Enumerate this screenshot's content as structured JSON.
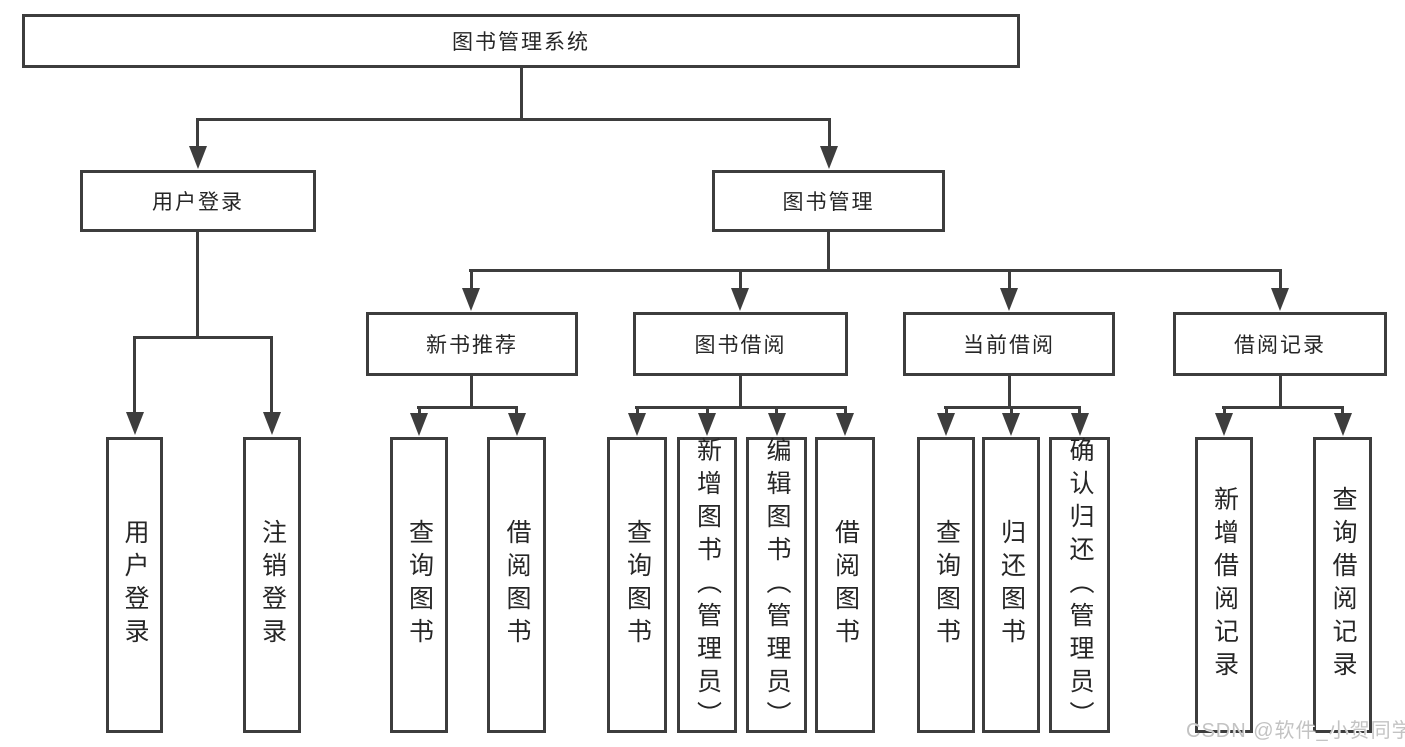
{
  "diagram": {
    "type": "tree",
    "root": {
      "label": "图书管理系统"
    },
    "level2": [
      {
        "label": "用户登录"
      },
      {
        "label": "图书管理"
      }
    ],
    "level3": [
      {
        "parent": "图书管理",
        "label": "新书推荐"
      },
      {
        "parent": "图书管理",
        "label": "图书借阅"
      },
      {
        "parent": "图书管理",
        "label": "当前借阅"
      },
      {
        "parent": "图书管理",
        "label": "借阅记录"
      }
    ],
    "leaves": [
      {
        "parent": "用户登录",
        "label": "用户登录"
      },
      {
        "parent": "用户登录",
        "label": "注销登录"
      },
      {
        "parent": "新书推荐",
        "label": "查询图书"
      },
      {
        "parent": "新书推荐",
        "label": "借阅图书"
      },
      {
        "parent": "图书借阅",
        "label": "查询图书"
      },
      {
        "parent": "图书借阅",
        "label": "新增图书（管理员）"
      },
      {
        "parent": "图书借阅",
        "label": "编辑图书（管理员）"
      },
      {
        "parent": "图书借阅",
        "label": "借阅图书"
      },
      {
        "parent": "当前借阅",
        "label": "查询图书"
      },
      {
        "parent": "当前借阅",
        "label": "归还图书"
      },
      {
        "parent": "当前借阅",
        "label": "确认归还（管理员）"
      },
      {
        "parent": "借阅记录",
        "label": "新增借阅记录"
      },
      {
        "parent": "借阅记录",
        "label": "查询借阅记录"
      }
    ],
    "colors": {
      "line": "#3d3d3d",
      "text": "#262626",
      "box_fill": "#ffffff",
      "watermark": "#c3c3c3"
    }
  },
  "watermark": {
    "text": "CSDN @软件_小贺同学"
  }
}
